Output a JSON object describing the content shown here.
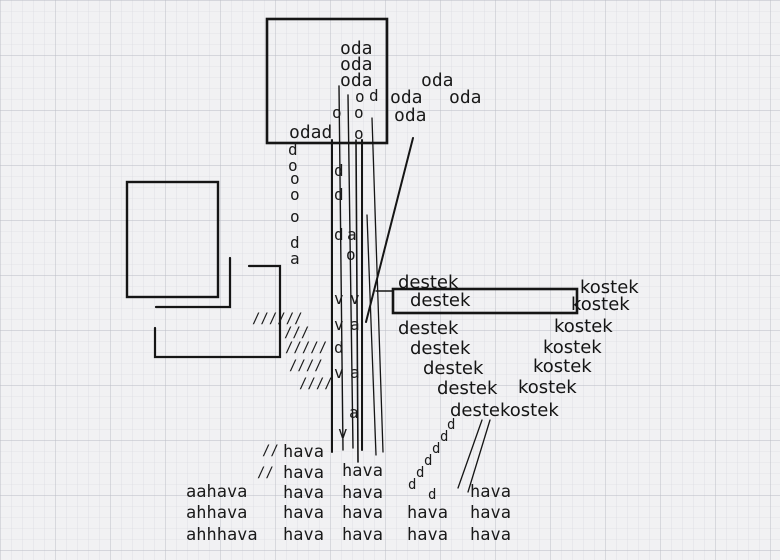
{
  "words": {
    "oda": "oda",
    "odad": "odad",
    "destek": "destek",
    "kostek": "kostek",
    "destekostek": "destekostek",
    "hava": "hava",
    "aahava": "aahava",
    "ahhava": "ahhava",
    "ahhhava": "ahhhava"
  },
  "colors": {
    "paper": "#f1f1f3",
    "grid_minor": "#d4d6dc",
    "grid_major": "#b9bcc4",
    "ink": "#151515"
  }
}
